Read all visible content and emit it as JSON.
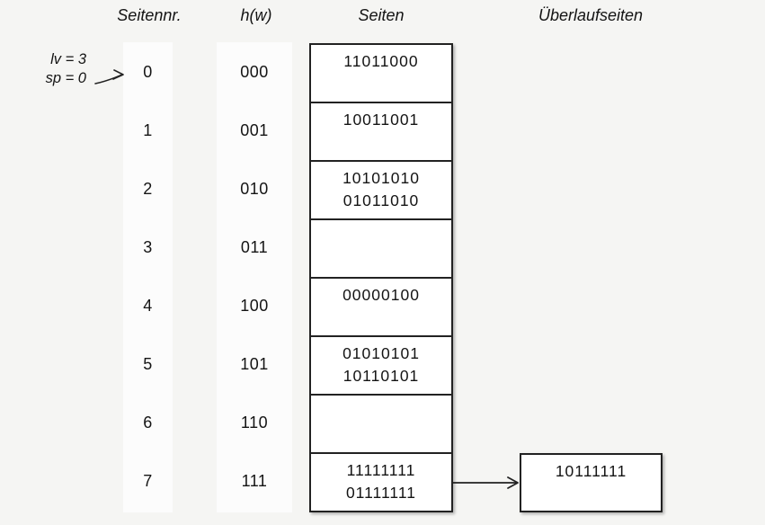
{
  "headers": {
    "seitennr": "Seitennr.",
    "hw": "h(w)",
    "seiten": "Seiten",
    "ueberlaufseiten": "Überlaufseiten"
  },
  "annotation": {
    "lv": "lv = 3",
    "sp": "sp = 0"
  },
  "rows": [
    {
      "nr": "0",
      "hash": "000",
      "values": [
        "11011000"
      ]
    },
    {
      "nr": "1",
      "hash": "001",
      "values": [
        "10011001"
      ]
    },
    {
      "nr": "2",
      "hash": "010",
      "values": [
        "10101010",
        "01011010"
      ]
    },
    {
      "nr": "3",
      "hash": "011",
      "values": []
    },
    {
      "nr": "4",
      "hash": "100",
      "values": [
        "00000100"
      ]
    },
    {
      "nr": "5",
      "hash": "101",
      "values": [
        "01010101",
        "10110101"
      ]
    },
    {
      "nr": "6",
      "hash": "110",
      "values": []
    },
    {
      "nr": "7",
      "hash": "111",
      "values": [
        "11111111",
        "01111111"
      ]
    }
  ],
  "overflow": {
    "attached_to_row": "7",
    "value": "10111111"
  },
  "colors": {
    "background": "#f5f5f3",
    "column_strip": "#fcfcfc",
    "box_fill": "#ffffff",
    "box_border": "#222222",
    "text": "#141414"
  }
}
